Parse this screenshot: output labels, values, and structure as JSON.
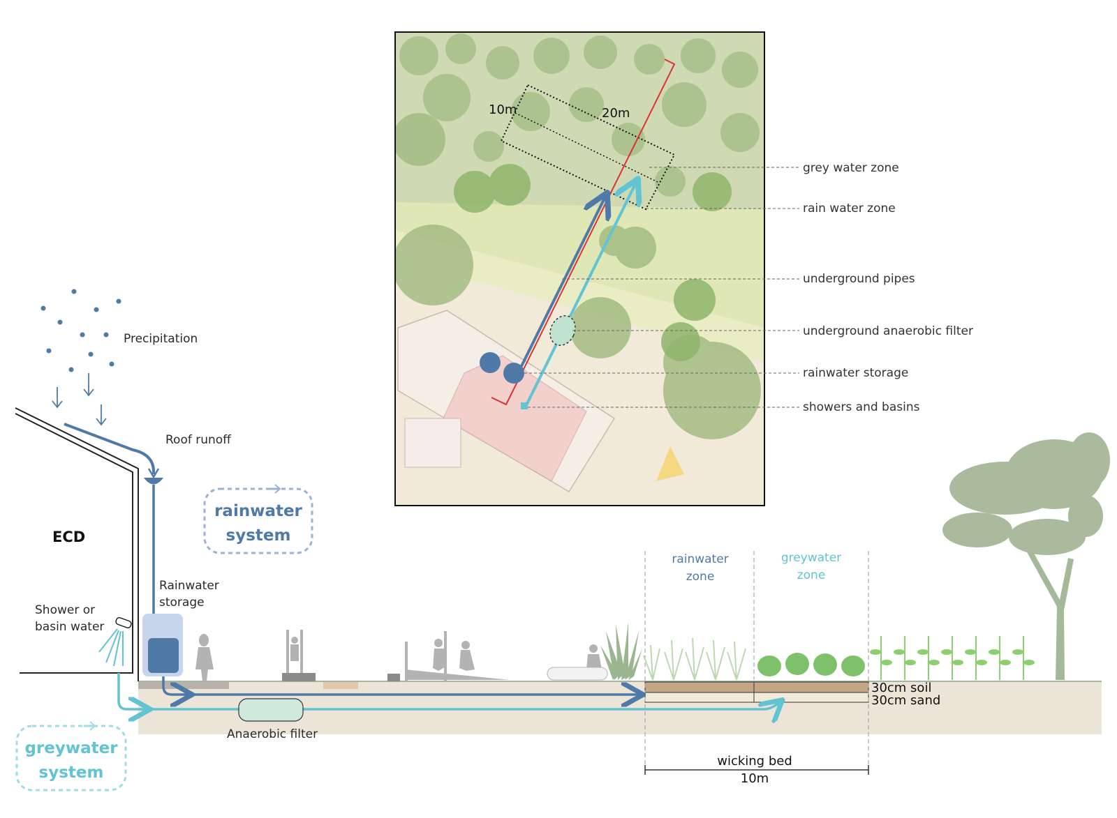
{
  "colors": {
    "rainwater": "#4f7aa8",
    "greywater": "#62c3d2",
    "soil": "#c4a585",
    "ground": "#ece4d6",
    "vegetation": "#a9b99a",
    "pipe_red": "#e03030"
  },
  "section": {
    "precipitation": "Precipitation",
    "roof_runoff": "Roof runoff",
    "building": "ECD",
    "rainwater_storage_1": "Rainwater",
    "rainwater_storage_2": "storage",
    "shower_1": "Shower or",
    "shower_2": "basin water",
    "anaerobic_filter": "Anaerobic filter",
    "rainwater_zone_1": "rainwater",
    "rainwater_zone_2": "zone",
    "greywater_zone_1": "greywater",
    "greywater_zone_2": "zone",
    "soil_layer": "30cm soil",
    "sand_layer": "30cm sand",
    "wicking_bed": "wicking bed",
    "wicking_length": "10m"
  },
  "legend": {
    "rain_1": "rainwater",
    "rain_2": "system",
    "grey_1": "greywater",
    "grey_2": "system"
  },
  "plan": {
    "dim_short": "10m",
    "dim_long": "20m",
    "labels": [
      "grey water zone",
      "rain water zone",
      "underground pipes",
      "underground anaerobic filter",
      "rainwater storage",
      "showers and basins"
    ]
  }
}
